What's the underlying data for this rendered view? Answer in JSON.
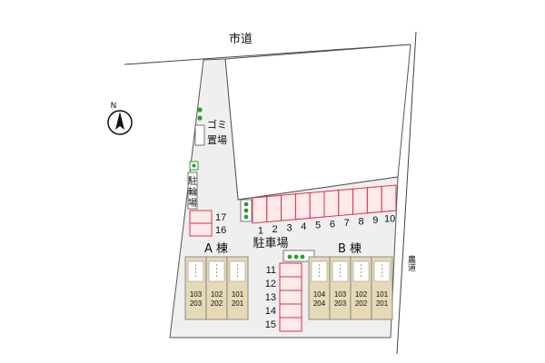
{
  "roads": {
    "city_road": "市道",
    "farm_road": "農道"
  },
  "facilities": {
    "garbage": "ゴミ置場",
    "bicycle": "駐輪場",
    "parking": "駐車場"
  },
  "buildings": {
    "a": {
      "label": "A 棟",
      "units": [
        {
          "upper": "103",
          "lower": "203"
        },
        {
          "upper": "102",
          "lower": "202"
        },
        {
          "upper": "101",
          "lower": "201"
        }
      ]
    },
    "b": {
      "label": "B 棟",
      "units": [
        {
          "upper": "104",
          "lower": "204"
        },
        {
          "upper": "103",
          "lower": "203"
        },
        {
          "upper": "102",
          "lower": "202"
        },
        {
          "upper": "101",
          "lower": "201"
        }
      ]
    }
  },
  "parking_spaces": {
    "top_row": [
      "1",
      "2",
      "3",
      "4",
      "5",
      "6",
      "7",
      "8",
      "9",
      "10"
    ],
    "right_column": [
      "11",
      "12",
      "13",
      "14",
      "15"
    ],
    "left_pair": [
      "17",
      "16"
    ]
  },
  "compass": {
    "letter": "N"
  },
  "colors": {
    "parking_stroke": "#d9304f",
    "parking_fill": "#fdeaea",
    "site": "#efefef",
    "building": "#e6d9b5",
    "shrub": "#2e9a33"
  }
}
